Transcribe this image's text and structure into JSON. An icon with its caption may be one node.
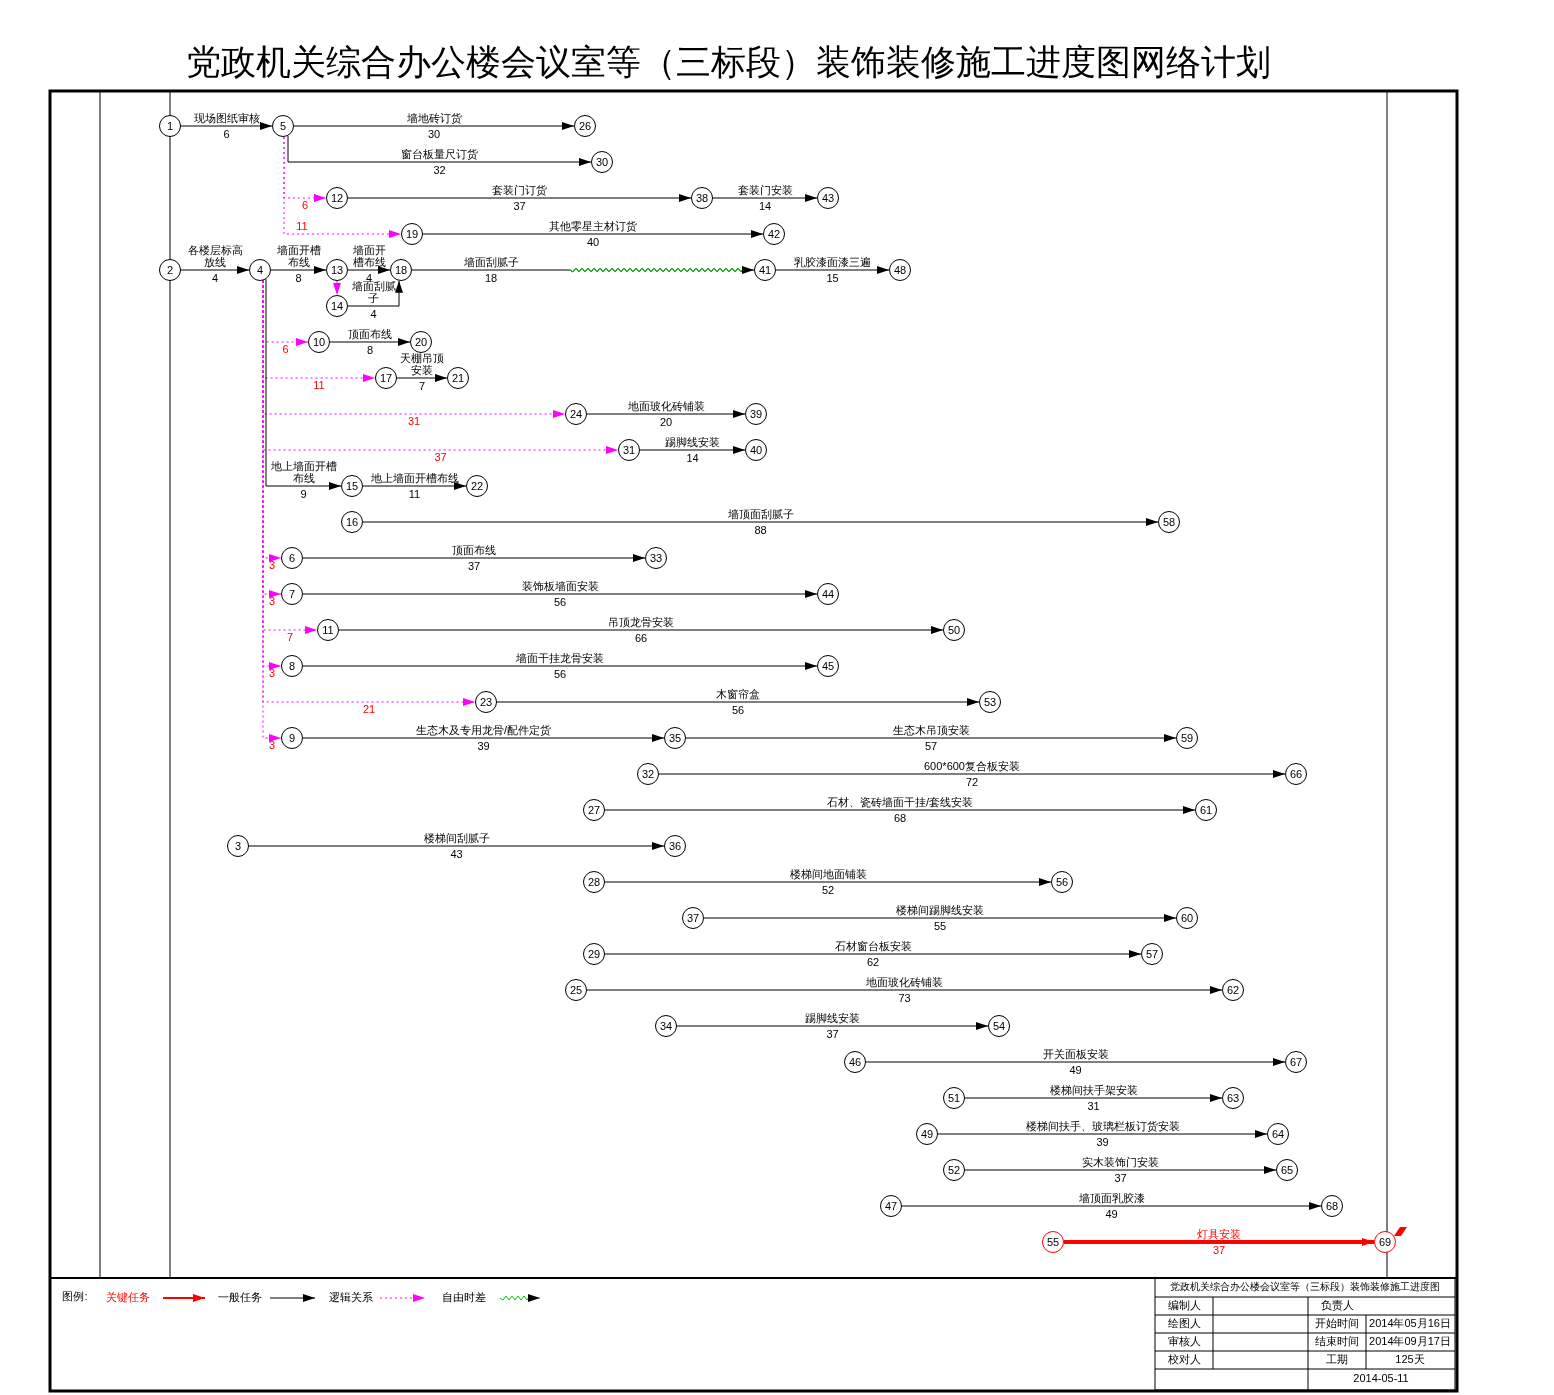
{
  "diagram": {
    "title": "党政机关综合办公楼会议室等（三标段）装饰装修施工进度图网络计划",
    "nodes": [
      {
        "text": [
          "1"
        ]
      },
      {
        "text": [
          "2"
        ]
      },
      {
        "text": [
          "3"
        ]
      },
      {
        "text": [
          "4"
        ]
      },
      {
        "text": [
          "5"
        ]
      },
      {
        "text": [
          "6"
        ]
      },
      {
        "text": [
          "7"
        ]
      },
      {
        "text": [
          "8"
        ]
      },
      {
        "text": [
          "9"
        ]
      },
      {
        "text": [
          "10"
        ]
      },
      {
        "text": [
          "11"
        ]
      },
      {
        "text": [
          "12"
        ]
      },
      {
        "text": [
          "13"
        ]
      },
      {
        "text": [
          "14"
        ]
      },
      {
        "text": [
          "15"
        ]
      },
      {
        "text": [
          "16"
        ]
      },
      {
        "text": [
          "17"
        ]
      },
      {
        "text": [
          "18"
        ]
      },
      {
        "text": [
          "19"
        ]
      },
      {
        "text": [
          "20"
        ]
      },
      {
        "text": [
          "21"
        ]
      },
      {
        "text": [
          "22"
        ]
      },
      {
        "text": [
          "23"
        ]
      },
      {
        "text": [
          "24"
        ]
      },
      {
        "text": [
          "25"
        ]
      },
      {
        "text": [
          "26"
        ]
      },
      {
        "text": [
          "27"
        ]
      },
      {
        "text": [
          "28"
        ]
      },
      {
        "text": [
          "29"
        ]
      },
      {
        "text": [
          "30"
        ]
      },
      {
        "text": [
          "31"
        ]
      },
      {
        "text": [
          "32"
        ]
      },
      {
        "text": [
          "33"
        ]
      },
      {
        "text": [
          "34"
        ]
      },
      {
        "text": [
          "35"
        ]
      },
      {
        "text": [
          "36"
        ]
      },
      {
        "text": [
          "37"
        ]
      },
      {
        "text": [
          "38"
        ]
      },
      {
        "text": [
          "39"
        ]
      },
      {
        "text": [
          "40"
        ]
      },
      {
        "text": [
          "41"
        ]
      },
      {
        "text": [
          "42"
        ]
      },
      {
        "text": [
          "43"
        ]
      },
      {
        "text": [
          "44"
        ]
      },
      {
        "text": [
          "45"
        ]
      },
      {
        "text": [
          "46"
        ]
      },
      {
        "text": [
          "47"
        ]
      },
      {
        "text": [
          "48"
        ]
      },
      {
        "text": [
          "49"
        ]
      },
      {
        "text": [
          "50"
        ]
      },
      {
        "text": [
          "51"
        ]
      },
      {
        "text": [
          "52"
        ]
      },
      {
        "text": [
          "53"
        ]
      },
      {
        "text": [
          "54"
        ]
      },
      {
        "text": [
          "55"
        ]
      },
      {
        "text": [
          "56"
        ]
      },
      {
        "text": [
          "57"
        ]
      },
      {
        "text": [
          "58"
        ]
      },
      {
        "text": [
          "59"
        ]
      },
      {
        "text": [
          "60"
        ]
      },
      {
        "text": [
          "61"
        ]
      },
      {
        "text": [
          "62"
        ]
      },
      {
        "text": [
          "63"
        ]
      },
      {
        "text": [
          "64"
        ]
      },
      {
        "text": [
          "65"
        ]
      },
      {
        "text": [
          "66"
        ]
      },
      {
        "text": [
          "67"
        ]
      },
      {
        "text": [
          "68"
        ]
      },
      {
        "text": [
          "69"
        ]
      }
    ],
    "edges": [
      {
        "from": 0,
        "to": 4,
        "arrow": "to",
        "label": "现场图纸审核"
      },
      {
        "from": 4,
        "to": 25,
        "arrow": "to",
        "label": "墙地砖订货"
      },
      {
        "from": 4,
        "to": 29,
        "arrow": "to",
        "label": "窗台板量尺订货"
      },
      {
        "from": 4,
        "to": 11,
        "arrow": "to",
        "label": "6",
        "style": "dashed",
        "color": "#ff00ff"
      },
      {
        "from": 11,
        "to": 37,
        "arrow": "to",
        "label": "套装门订货"
      },
      {
        "from": 37,
        "to": 42,
        "arrow": "to",
        "label": "套装门安装"
      },
      {
        "from": 4,
        "to": 18,
        "arrow": "to",
        "label": "11",
        "style": "dashed",
        "color": "#ff00ff"
      },
      {
        "from": 18,
        "to": 41,
        "arrow": "to",
        "label": "其他零星主材订货"
      },
      {
        "from": 1,
        "to": 3,
        "arrow": "to",
        "label": "各楼层标高放线"
      },
      {
        "from": 3,
        "to": 12,
        "arrow": "to",
        "label": "墙面开槽布线"
      },
      {
        "from": 12,
        "to": 17,
        "arrow": "to",
        "label": "墙面开槽布线"
      },
      {
        "from": 17,
        "to": 40,
        "arrow": "to",
        "label": "墙面刮腻子"
      },
      {
        "from": 40,
        "to": 47,
        "arrow": "to",
        "label": "乳胶漆面漆三遍"
      },
      {
        "from": 12,
        "to": 13,
        "arrow": "to",
        "style": "dashed",
        "color": "#ff00ff"
      },
      {
        "from": 13,
        "to": 17,
        "arrow": "to",
        "label": "墙面刮腻子"
      },
      {
        "from": 3,
        "to": 9,
        "arrow": "to",
        "label": "6",
        "style": "dashed",
        "color": "#ff00ff"
      },
      {
        "from": 9,
        "to": 19,
        "arrow": "to",
        "label": "顶面布线"
      },
      {
        "from": 3,
        "to": 16,
        "arrow": "to",
        "label": "11",
        "style": "dashed",
        "color": "#ff00ff"
      },
      {
        "from": 16,
        "to": 20,
        "arrow": "to",
        "label": "天棚吊顶安装"
      },
      {
        "from": 3,
        "to": 23,
        "arrow": "to",
        "label": "31",
        "style": "dashed",
        "color": "#ff00ff"
      },
      {
        "from": 23,
        "to": 38,
        "arrow": "to",
        "label": "地面玻化砖铺装"
      },
      {
        "from": 3,
        "to": 30,
        "arrow": "to",
        "label": "37",
        "style": "dashed",
        "color": "#ff00ff"
      },
      {
        "from": 30,
        "to": 39,
        "arrow": "to",
        "label": "踢脚线安装"
      },
      {
        "from": 3,
        "to": 14,
        "arrow": "to",
        "label": "地上墙面开槽布线"
      },
      {
        "from": 14,
        "to": 21,
        "arrow": "to",
        "label": "地上墙面开槽布线"
      },
      {
        "from": 15,
        "to": 57,
        "arrow": "to",
        "label": "墙顶面刮腻子"
      },
      {
        "from": 3,
        "to": 5,
        "arrow": "to",
        "label": "3",
        "style": "dashed",
        "color": "#ff00ff"
      },
      {
        "from": 5,
        "to": 32,
        "arrow": "to",
        "label": "顶面布线"
      },
      {
        "from": 3,
        "to": 6,
        "arrow": "to",
        "label": "3",
        "style": "dashed",
        "color": "#ff00ff"
      },
      {
        "from": 6,
        "to": 43,
        "arrow": "to",
        "label": "装饰板墙面安装"
      },
      {
        "from": 3,
        "to": 10,
        "arrow": "to",
        "label": "7",
        "style": "dashed",
        "color": "#ff00ff"
      },
      {
        "from": 10,
        "to": 49,
        "arrow": "to",
        "label": "吊顶龙骨安装"
      },
      {
        "from": 3,
        "to": 7,
        "arrow": "to",
        "label": "3",
        "style": "dashed",
        "color": "#ff00ff"
      },
      {
        "from": 7,
        "to": 44,
        "arrow": "to",
        "label": "墙面干挂龙骨安装"
      },
      {
        "from": 3,
        "to": 22,
        "arrow": "to",
        "label": "21",
        "style": "dashed",
        "color": "#ff00ff"
      },
      {
        "from": 22,
        "to": 52,
        "arrow": "to",
        "label": "木窗帘盒"
      },
      {
        "from": 3,
        "to": 8,
        "arrow": "to",
        "label": "3",
        "style": "dashed",
        "color": "#ff00ff"
      },
      {
        "from": 8,
        "to": 34,
        "arrow": "to",
        "label": "生态木及专用龙骨/配件定货"
      },
      {
        "from": 34,
        "to": 58,
        "arrow": "to",
        "label": "生态木吊顶安装"
      },
      {
        "from": 31,
        "to": 65,
        "arrow": "to",
        "label": "600*600复合板安装"
      },
      {
        "from": 26,
        "to": 60,
        "arrow": "to",
        "label": "石材、瓷砖墙面干挂/套线安装"
      },
      {
        "from": 2,
        "to": 35,
        "arrow": "to",
        "label": "楼梯间刮腻子"
      },
      {
        "from": 27,
        "to": 55,
        "arrow": "to",
        "label": "楼梯间地面铺装"
      },
      {
        "from": 36,
        "to": 59,
        "arrow": "to",
        "label": "楼梯间踢脚线安装"
      },
      {
        "from": 28,
        "to": 56,
        "arrow": "to",
        "label": "石材窗台板安装"
      },
      {
        "from": 24,
        "to": 61,
        "arrow": "to",
        "label": "地面玻化砖铺装"
      },
      {
        "from": 33,
        "to": 53,
        "arrow": "to",
        "label": "踢脚线安装"
      },
      {
        "from": 45,
        "to": 66,
        "arrow": "to",
        "label": "开关面板安装"
      },
      {
        "from": 50,
        "to": 62,
        "arrow": "to",
        "label": "楼梯间扶手架安装"
      },
      {
        "from": 48,
        "to": 63,
        "arrow": "to",
        "label": "楼梯间扶手、玻璃栏板订货安装"
      },
      {
        "from": 51,
        "to": 64,
        "arrow": "to",
        "label": "实木装饰门安装"
      },
      {
        "from": 46,
        "to": 67,
        "arrow": "to",
        "label": "墙顶面乳胶漆"
      },
      {
        "from": 54,
        "to": 68,
        "arrow": "to",
        "label": "灯具安装",
        "style": "thick",
        "color": "#ff0000"
      }
    ],
    "labels": [
      "6",
      "30",
      "32",
      "37",
      "14",
      "40",
      "4",
      "8",
      "4",
      "18",
      "15",
      "4",
      "8",
      "7",
      "20",
      "14",
      "9",
      "11",
      "88",
      "37",
      "56",
      "66",
      "56",
      "56",
      "39",
      "57",
      "72",
      "68",
      "43",
      "52",
      "55",
      "62",
      "73",
      "37",
      "49",
      "31",
      "39",
      "37",
      "49",
      "37",
      "图例:",
      "党政机关综合办公楼会议室等（三标段）装饰装修施工进度图",
      "编制人",
      "负责人",
      "绘图人",
      "开始时间",
      "2014年05月16日",
      "审核人",
      "结束时间",
      "2014年09月17日",
      "校对人",
      "工期",
      "125天",
      "2014-05-11"
    ],
    "legend": [
      {
        "text": "关键任务"
      },
      {
        "text": "一般任务"
      },
      {
        "text": "逻辑关系"
      },
      {
        "text": "自由时差"
      }
    ]
  }
}
